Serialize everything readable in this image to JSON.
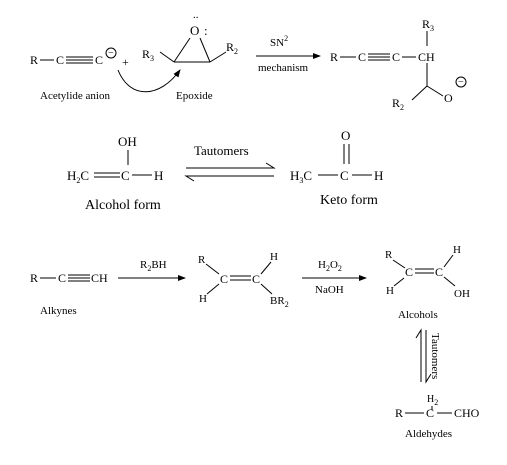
{
  "row1": {
    "acetylide_R": "R",
    "acetylide_C1": "C",
    "acetylide_C2": "C",
    "acetylide_charge": "−",
    "plus": "+",
    "epoxide_R3": "R",
    "epoxide_R3_sub": "3",
    "epoxide_O": "O",
    "epoxide_lonepair": "..",
    "epoxide_R2": "R",
    "epoxide_R2_sub": "2",
    "label_acetylide": "Acetylide anion",
    "label_epoxide": "Epoxide",
    "arrow_top": "SN",
    "arrow_top_sup": "2",
    "arrow_bottom": "mechanism",
    "product_R": "R",
    "product_C1": "C",
    "product_C2": "C",
    "product_R3": "R",
    "product_R3_sub": "3",
    "product_CH": "CH",
    "product_R2": "R",
    "product_R2_sub": "2",
    "product_O": "O",
    "product_charge": "−"
  },
  "row2": {
    "enol_OH": "OH",
    "enol_H2C": "H",
    "enol_H2C_sub": "2",
    "enol_H2C_C": "C",
    "enol_C": "C",
    "enol_H": "H",
    "label_tautomers": "Tautomers",
    "keto_O": "O",
    "keto_H3C": "H",
    "keto_H3C_sub": "3",
    "keto_H3C_C": "C",
    "keto_C": "C",
    "keto_H": "H",
    "label_alcohol_form": "Alcohol form",
    "label_keto_form": "Keto form"
  },
  "row3": {
    "alkyne_R": "R",
    "alkyne_C": "C",
    "alkyne_CH": "CH",
    "arrow1_reagent": "R",
    "arrow1_reagent_sub": "2",
    "arrow1_reagent_tail": "BH",
    "vb_R": "R",
    "vb_C1": "C",
    "vb_C2": "C",
    "vb_H_top": "H",
    "vb_H_bottom": "H",
    "vb_BR2": "BR",
    "vb_BR2_sub": "2",
    "arrow2_top": "H",
    "arrow2_top_sub1": "2",
    "arrow2_top_O": "O",
    "arrow2_top_sub2": "2",
    "arrow2_bottom": "NaOH",
    "alc_R": "R",
    "alc_C1": "C",
    "alc_C2": "C",
    "alc_H_top": "H",
    "alc_H_bottom": "H",
    "alc_OH": "OH",
    "label_alkynes": "Alkynes",
    "label_alcohols": "Alcohols"
  },
  "bottom": {
    "label_tautomers_vertical": "Tautomers",
    "ald_R": "R",
    "ald_C": "C",
    "ald_H2": "H",
    "ald_H2_sub": "2",
    "ald_CHO": "CHO",
    "label_aldehydes": "Aldehydes"
  }
}
